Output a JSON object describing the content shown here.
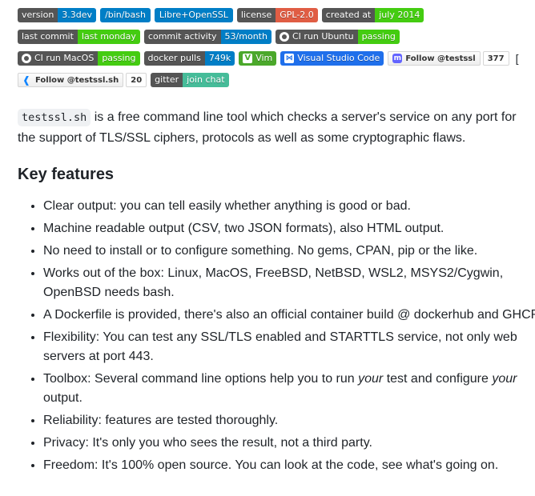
{
  "badges": {
    "row1": [
      {
        "label": "version",
        "value": "3.3dev",
        "color": "#007ec6"
      },
      {
        "label": "/bin/bash",
        "color": "#007ec6"
      },
      {
        "label": "Libre+OpenSSL",
        "color": "#007ec6"
      },
      {
        "label": "license",
        "value": "GPL-2.0",
        "color": "#e05d44"
      },
      {
        "label": "created at",
        "value": "july 2014",
        "color": "#4c1"
      }
    ],
    "row2": [
      {
        "label": "last commit",
        "value": "last monday",
        "color": "#4c1"
      },
      {
        "label": "commit activity",
        "value": "53/month",
        "color": "#007ec6"
      },
      {
        "label": "CI run Ubuntu",
        "value": "passing",
        "color": "#4c1",
        "icon": "github-icon"
      }
    ],
    "row3": [
      {
        "label": "CI run MacOS",
        "value": "passing",
        "color": "#4c1",
        "icon": "github-icon"
      },
      {
        "label": "docker pulls",
        "value": "749k",
        "color": "#007ec6"
      },
      {
        "label": "Vim",
        "color": "#4ba82b",
        "icon": "vim-icon"
      },
      {
        "label": "Visual Studio Code",
        "color": "#1f6feb",
        "icon": "vscode-icon"
      },
      {
        "label": "Follow @testssl",
        "count": "377",
        "icon": "mastodon-icon"
      }
    ],
    "row3_trailing": "[",
    "row4": [
      {
        "label": "Follow @testssl.sh",
        "count": "20",
        "icon": "bluesky-icon"
      },
      {
        "label": "gitter",
        "value": "join chat",
        "color": "#46bc99"
      }
    ]
  },
  "intro": {
    "code": "testssl.sh",
    "text": " is a free command line tool which checks a server's service on any port for the support of TLS/SSL ciphers, protocols as well as some cryptographic flaws."
  },
  "section": {
    "title": "Key features"
  },
  "features": [
    {
      "text": "Clear output: you can tell easily whether anything is good or bad."
    },
    {
      "text": "Machine readable output (CSV, two JSON formats), also HTML output."
    },
    {
      "text": "No need to install or to configure something. No gems, CPAN, pip or the like."
    },
    {
      "text": "Works out of the box: Linux, MacOS, FreeBSD, NetBSD, WSL2, MSYS2/Cygwin, OpenBSD needs bash."
    },
    {
      "text": "A Dockerfile is provided, there's also an official container build @ dockerhub and GHCR."
    },
    {
      "text": "Flexibility: You can test any SSL/TLS enabled and STARTTLS service, not only web servers at port 443."
    },
    {
      "parts": [
        "Toolbox: Several command line options help you to run ",
        "your",
        " test and configure ",
        "your",
        " output."
      ]
    },
    {
      "text": "Reliability: features are tested thoroughly."
    },
    {
      "text": "Privacy: It's only you who sees the result, not a third party."
    },
    {
      "text": "Freedom: It's 100% open source. You can look at the code, see what's going on."
    }
  ]
}
